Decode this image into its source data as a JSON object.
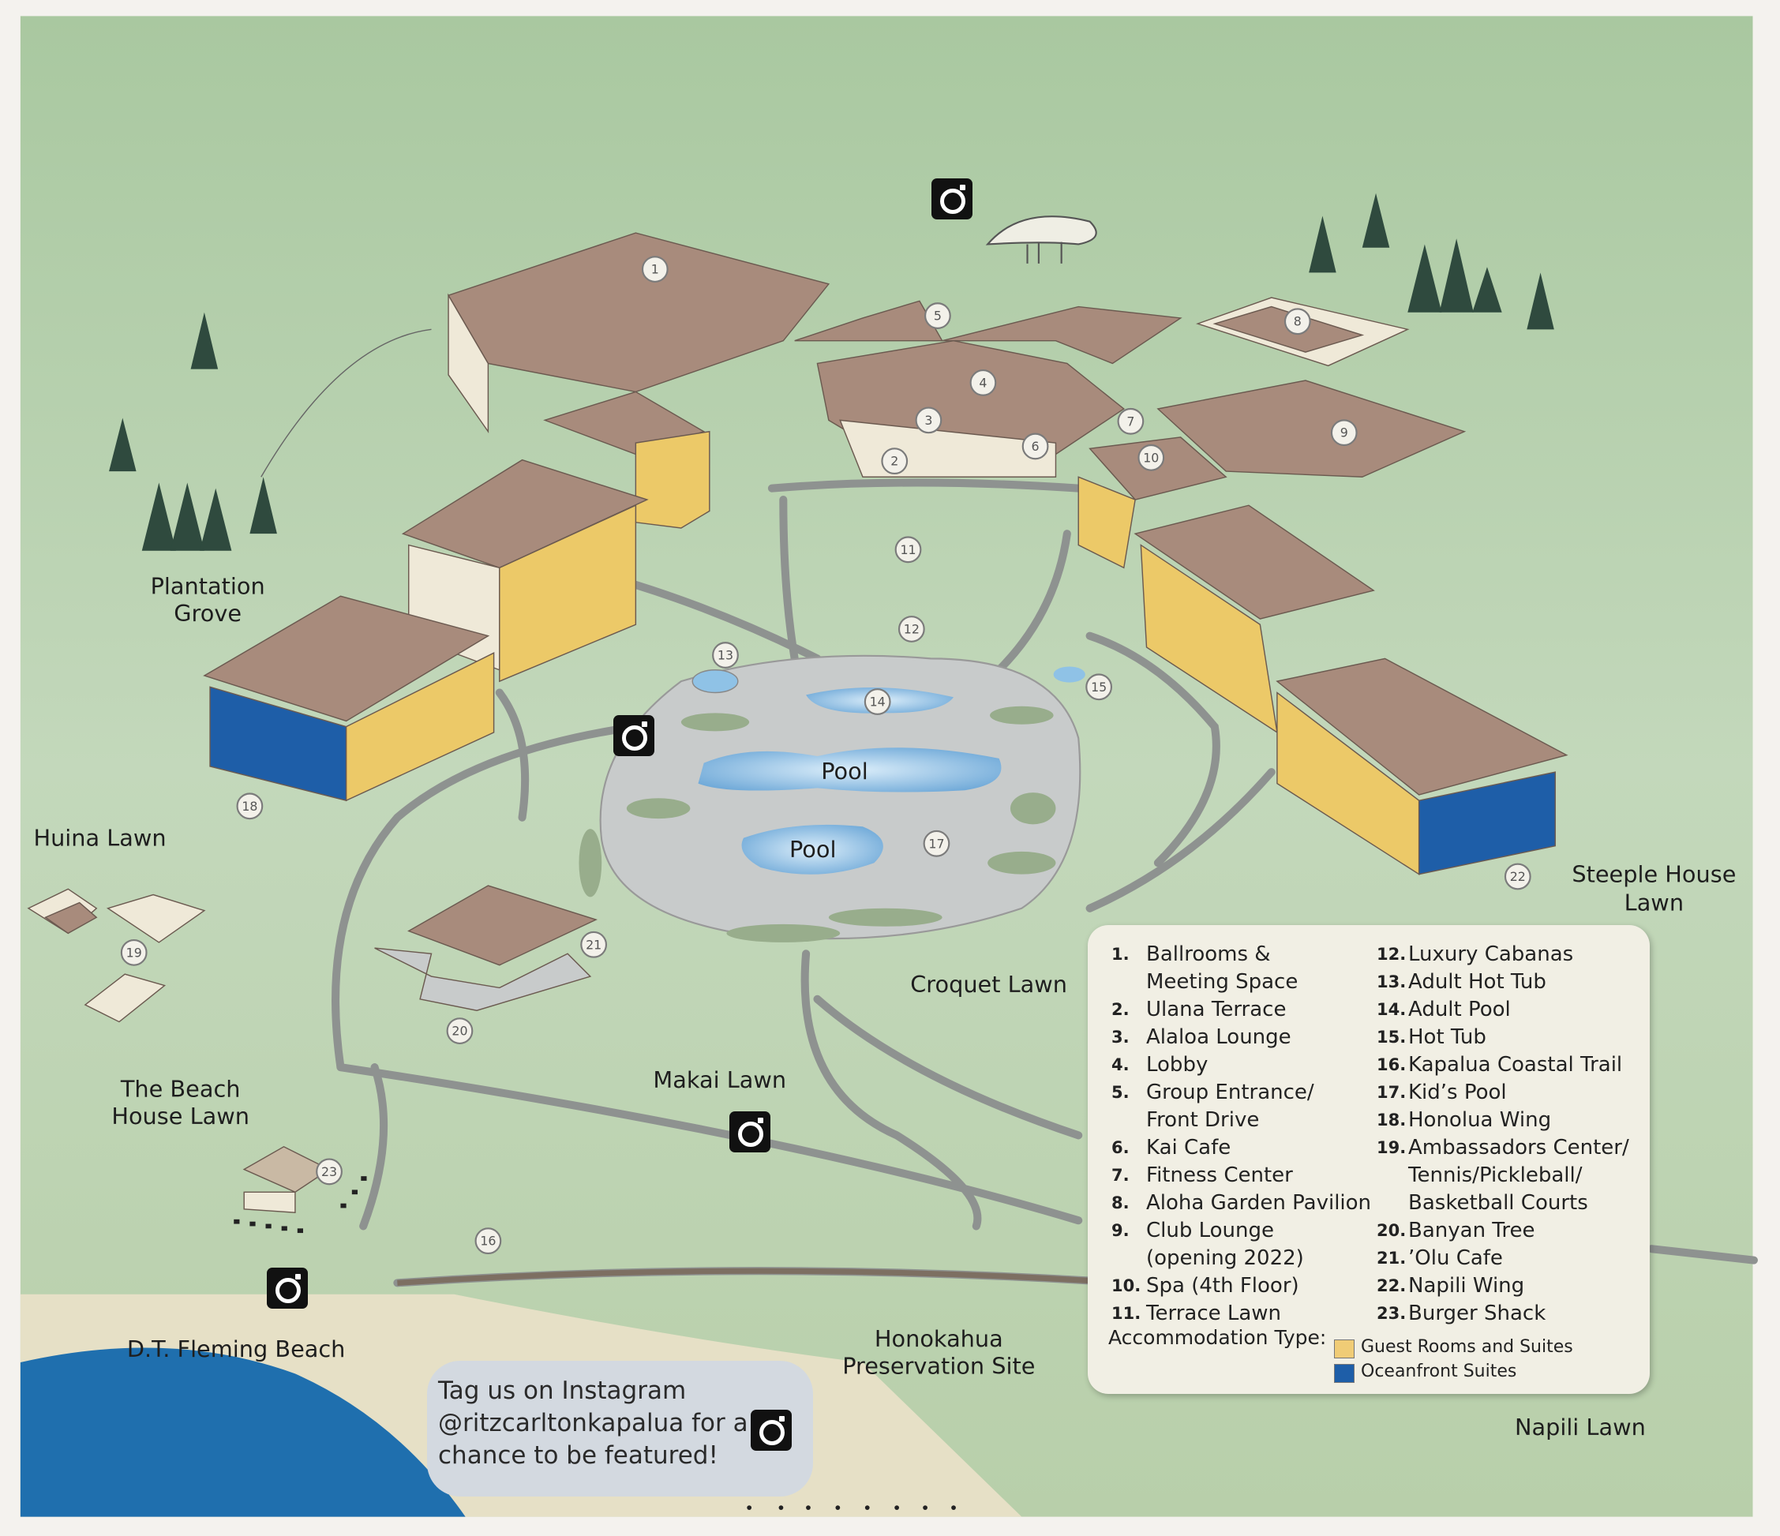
{
  "map": {
    "labels": {
      "plantation_grove_1": "Plantation",
      "plantation_grove_2": "Grove",
      "huina_lawn": "Huina Lawn",
      "beach_house_lawn_1": "The Beach",
      "beach_house_lawn_2": "House Lawn",
      "makai_lawn": "Makai Lawn",
      "croquet_lawn": "Croquet Lawn",
      "steeple_house_lawn_1": "Steeple House",
      "steeple_house_lawn_2": "Lawn",
      "honokahua_1": "Honokahua",
      "honokahua_2": "Preservation Site",
      "dt_fleming_beach": "D.T. Fleming Beach",
      "napili_lawn": "Napili Lawn",
      "pool_upper": "Pool",
      "pool_lower": "Pool"
    },
    "markers": [
      "1",
      "2",
      "3",
      "4",
      "5",
      "6",
      "7",
      "8",
      "9",
      "10",
      "11",
      "12",
      "13",
      "14",
      "15",
      "16",
      "17",
      "18",
      "19",
      "20",
      "21",
      "22",
      "23"
    ],
    "colors": {
      "grass": "#b9d0ad",
      "path": "#8e9290",
      "roof": "#a88b7c",
      "guest_rooms": "#ecc968",
      "oceanfront": "#1e5ea8",
      "pool": "#8fc2e6",
      "ocean": "#1f6fae",
      "sand": "#e7e2cc"
    }
  },
  "legend": {
    "left": [
      {
        "num": "1.",
        "lines": [
          "Ballrooms &",
          "Meeting Space"
        ]
      },
      {
        "num": "2.",
        "lines": [
          "Ulana Terrace"
        ]
      },
      {
        "num": "3.",
        "lines": [
          "Alaloa Lounge"
        ]
      },
      {
        "num": "4.",
        "lines": [
          "Lobby"
        ]
      },
      {
        "num": "5.",
        "lines": [
          "Group Entrance/",
          "Front Drive"
        ]
      },
      {
        "num": "6.",
        "lines": [
          "Kai Cafe"
        ]
      },
      {
        "num": "7.",
        "lines": [
          "Fitness Center"
        ]
      },
      {
        "num": "8.",
        "lines": [
          "Aloha Garden Pavilion"
        ]
      },
      {
        "num": "9.",
        "lines": [
          "Club Lounge",
          "(opening 2022)"
        ]
      },
      {
        "num": "10.",
        "lines": [
          "Spa (4th Floor)"
        ]
      },
      {
        "num": "11.",
        "lines": [
          "Terrace Lawn"
        ]
      }
    ],
    "right": [
      {
        "num": "12.",
        "lines": [
          "Luxury Cabanas"
        ]
      },
      {
        "num": "13.",
        "lines": [
          "Adult Hot Tub"
        ]
      },
      {
        "num": "14.",
        "lines": [
          "Adult Pool"
        ]
      },
      {
        "num": "15.",
        "lines": [
          "Hot Tub"
        ]
      },
      {
        "num": "16.",
        "lines": [
          "Kapalua Coastal Trail"
        ]
      },
      {
        "num": "17.",
        "lines": [
          "Kid’s Pool"
        ]
      },
      {
        "num": "18.",
        "lines": [
          "Honolua Wing"
        ]
      },
      {
        "num": "19.",
        "lines": [
          "Ambassadors Center/",
          "Tennis/Pickleball/",
          "Basketball Courts"
        ]
      },
      {
        "num": "20.",
        "lines": [
          "Banyan Tree"
        ]
      },
      {
        "num": "21.",
        "lines": [
          "’Olu Cafe"
        ]
      },
      {
        "num": "22.",
        "lines": [
          "Napili Wing"
        ]
      },
      {
        "num": "23.",
        "lines": [
          "Burger Shack"
        ]
      }
    ],
    "accommodation_label": "Accommodation Type:",
    "types": [
      {
        "label": "Guest Rooms and Suites",
        "color": "#f0cc76"
      },
      {
        "label": "Oceanfront Suites",
        "color": "#1e5ea8"
      }
    ]
  },
  "instagram": {
    "line1": "Tag us on Instagram",
    "line2": "@ritzcarltonkapalua for a",
    "line3": "chance to be featured!",
    "icon": "instagram-icon"
  }
}
